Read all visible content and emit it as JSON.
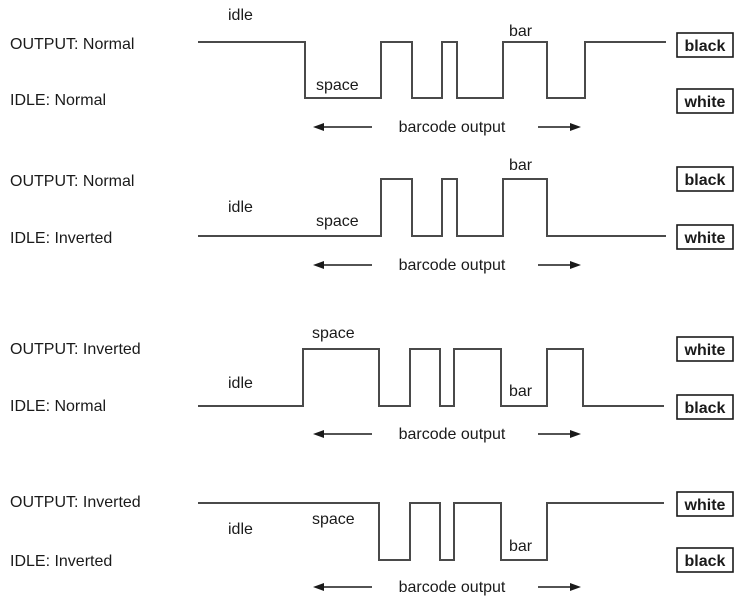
{
  "panels": [
    {
      "output_label": "OUTPUT:  Normal",
      "idle_label": "IDLE:  Normal",
      "idle_text": "idle",
      "space_text": "space",
      "bar_text": "bar",
      "top_box": "black",
      "bottom_box": "white",
      "output_text": "barcode output"
    },
    {
      "output_label": "OUTPUT:  Normal",
      "idle_label": "IDLE:  Inverted",
      "idle_text": "idle",
      "space_text": "space",
      "bar_text": "bar",
      "top_box": "black",
      "bottom_box": "white",
      "output_text": "barcode output"
    },
    {
      "output_label": "OUTPUT:  Inverted",
      "idle_label": "IDLE:  Normal",
      "idle_text": "idle",
      "space_text": "space",
      "bar_text": "bar",
      "top_box": "white",
      "bottom_box": "black",
      "output_text": "barcode output"
    },
    {
      "output_label": "OUTPUT:  Inverted",
      "idle_label": "IDLE:  Inverted",
      "idle_text": "idle",
      "space_text": "space",
      "bar_text": "bar",
      "top_box": "white",
      "bottom_box": "black",
      "output_text": "barcode output"
    }
  ]
}
